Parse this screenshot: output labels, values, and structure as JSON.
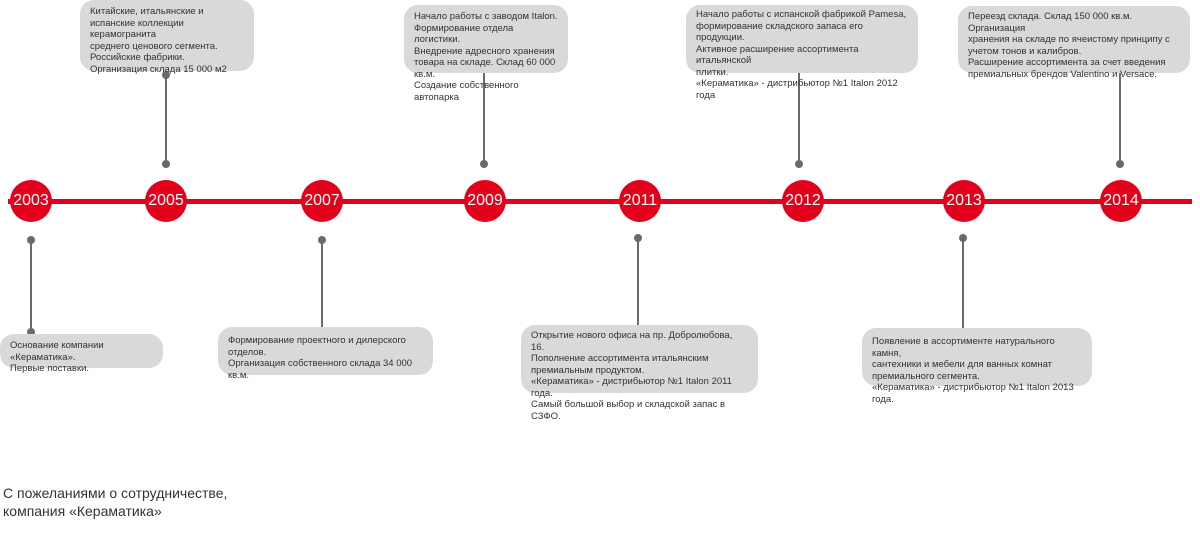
{
  "accent_color": "#e3001b",
  "timeline": [
    {
      "year": "2003",
      "text": "Основание компании «Кераматика».\nПервые поставки."
    },
    {
      "year": "2005",
      "text": "Китайские, итальянские и\nиспанские коллекции керамогранита\nсреднего ценового сегмента.\nРоссийские фабрики.\nОрганизация склада 15 000 м2"
    },
    {
      "year": "2007",
      "text": "Формирование проектного и дилерского\nотделов.\nОрганизация собственного склада 34 000 кв.м."
    },
    {
      "year": "2009",
      "text": "Начало работы с заводом Italon.\nФормирование отдела логистики.\nВнедрение адресного хранения\nтовара на складе. Склад 60 000 кв.м.\nСоздание собственного автопарка"
    },
    {
      "year": "2011",
      "text": "Открытие нового офиса на пр. Добролюбова, 16.\nПополнение ассортимента итальянским\nпремиальным продуктом.\n«Кераматика» - дистрибьютор №1 Italon 2011 года.\nСамый большой выбор и складской запас в СЗФО."
    },
    {
      "year": "2012",
      "text": "Начало работы с испанской фабрикой Pamesa,\nформирование складского запаса его продукции.\nАктивное расширение ассортимента итальянской\nплитки.\n«Кераматика» - дистрибьютор №1 Italon 2012 года"
    },
    {
      "year": "2013",
      "text": "Появление в ассортименте натурального камня,\nсантехники и мебели для ванных комнат\nпремиального сегмента.\n«Кераматика» - дистрибьютор №1 Italon 2013 года."
    },
    {
      "year": "2014",
      "text": "Переезд склада. Склад 150 000 кв.м. Организация\nхранения на складе по ячеистому принципу с\nучетом тонов и калибров.\nРасширение ассортимента за счет введения\nпремиальных брендов Valentino и Versace."
    }
  ],
  "footer": "С пожеланиями о сотрудничестве,\nкомпания «Кераматика»"
}
